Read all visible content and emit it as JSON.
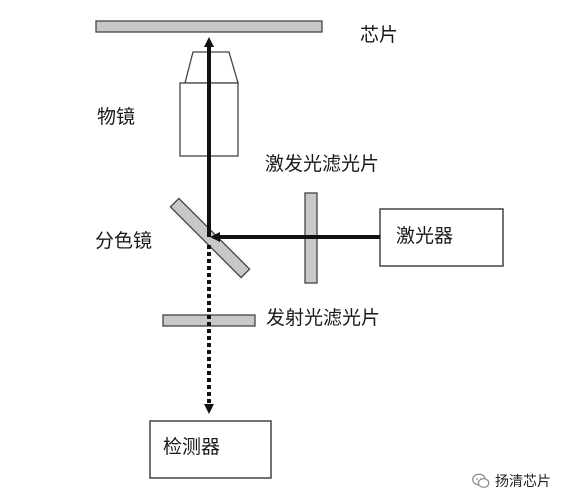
{
  "labels": {
    "chip": "芯片",
    "objective": "物镜",
    "excitation_filter": "激发光滤光片",
    "dichroic": "分色镜",
    "laser": "激光器",
    "emission_filter": "发射光滤光片",
    "detector": "检测器"
  },
  "watermark": {
    "text": "扬清芯片",
    "icon": "wechat-icon"
  },
  "colors": {
    "component_fill": "#c8c8c8",
    "outline": "#444444",
    "beam": "#111111"
  }
}
